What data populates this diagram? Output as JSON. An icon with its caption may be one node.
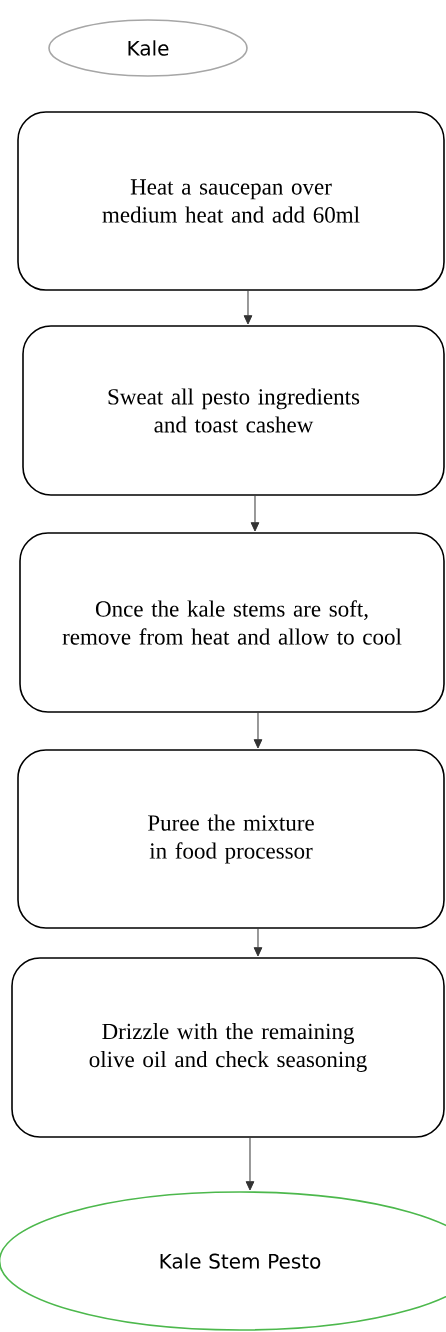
{
  "diagram": {
    "nodes": [
      {
        "text": [
          "Kale"
        ]
      },
      {
        "text": [
          "Heat a saucepan over medium heat and add 60ml"
        ]
      },
      {
        "text": [
          "Sweat all pesto ingredients and toast cashew"
        ]
      },
      {
        "text": [
          "Once the kale stems are soft, remove from heat and allow to cool"
        ]
      },
      {
        "text": [
          "Puree the mixture in food processor"
        ]
      },
      {
        "text": [
          "Drizzle with the remaining olive oil and check seasoning"
        ]
      },
      {
        "text": [
          "Kale Stem Pesto"
        ]
      }
    ],
    "edges": [
      {
        "from": 1,
        "to": 2,
        "arrow": "to"
      },
      {
        "from": 2,
        "to": 3,
        "arrow": "to"
      },
      {
        "from": 3,
        "to": 4,
        "arrow": "to"
      },
      {
        "from": 4,
        "to": 5,
        "arrow": "to"
      },
      {
        "from": 5,
        "to": 6,
        "arrow": "to"
      }
    ]
  }
}
